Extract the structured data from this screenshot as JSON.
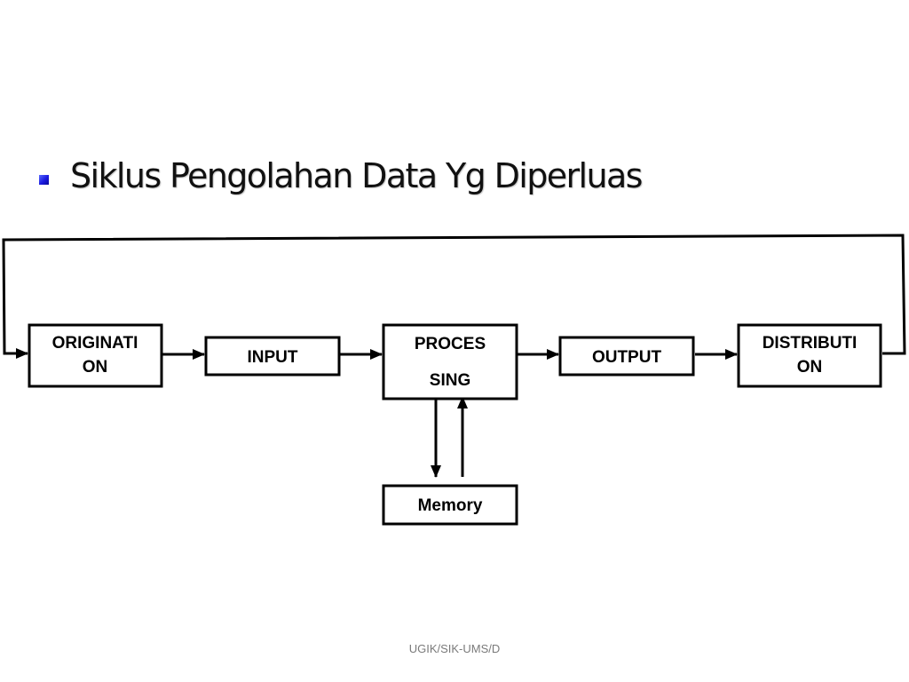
{
  "slide": {
    "title": "Siklus Pengolahan Data Yg Diperluas",
    "footer": "UGIK/SIK-UMS/D"
  },
  "diagram": {
    "nodes": {
      "origination": {
        "line1": "ORIGINATI",
        "line2": "ON"
      },
      "input": {
        "label": "INPUT"
      },
      "processing": {
        "line1": "PROCES",
        "line2": "SING"
      },
      "output": {
        "label": "OUTPUT"
      },
      "distribution": {
        "line1": "DISTRIBUTI",
        "line2": "ON"
      },
      "memory": {
        "label": "Memory"
      }
    }
  }
}
